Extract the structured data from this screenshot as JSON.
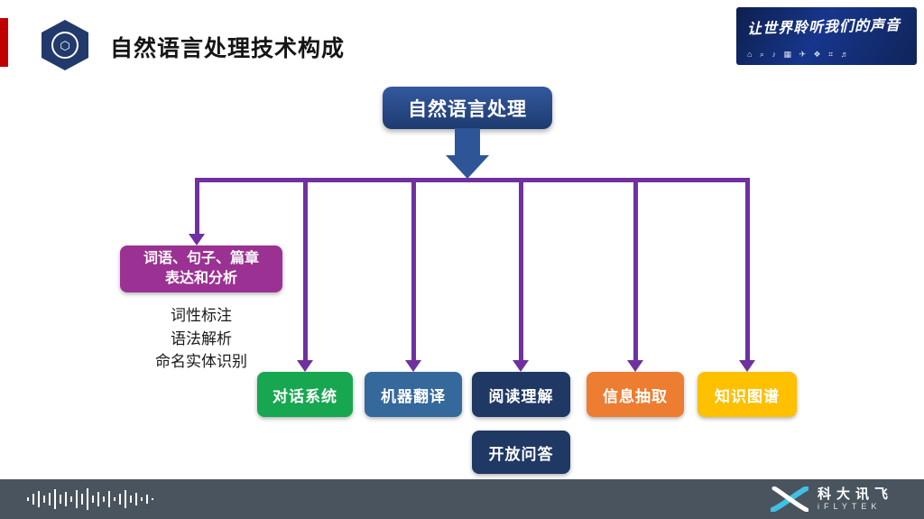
{
  "header": {
    "title": "自然语言处理技术构成",
    "logo_icon": "iflytek-hexagon-emblem",
    "accent_red": "#C00000"
  },
  "banner": {
    "slogan": "让世界聆听我们的声音",
    "icons": "⌂ ⌕ ♪ ▦ ✈ ❖ ⌗ ♬",
    "background": "#142F7D"
  },
  "diagram": {
    "root": {
      "label": "自然语言处理",
      "color": "#25468A"
    },
    "arrow_color": "#2E5597",
    "connector_color": "#7030A0",
    "branch_box": {
      "line1": "词语、句子、篇章",
      "line2": "表达和分析",
      "color": "#9B3192"
    },
    "branch_notes": [
      "词性标注",
      "语法解析",
      "命名实体识别"
    ],
    "leaf_boxes": [
      {
        "label": "对话系统",
        "color": "#17A750"
      },
      {
        "label": "机器翻译",
        "color": "#35689B"
      },
      {
        "label": "阅读理解",
        "color": "#1F3864"
      },
      {
        "label": "信息抽取",
        "color": "#ED7D31"
      },
      {
        "label": "知识图谱",
        "color": "#FFC000"
      }
    ],
    "sub_box": {
      "label": "开放问答",
      "color": "#1F3864"
    }
  },
  "footer": {
    "brand_cn": "科大讯飞",
    "brand_en": "iFLYTEK",
    "waveform_icon": "audio-waveform",
    "x_logo_icon": "iflytek-x-mark",
    "background": "#4A545E"
  }
}
